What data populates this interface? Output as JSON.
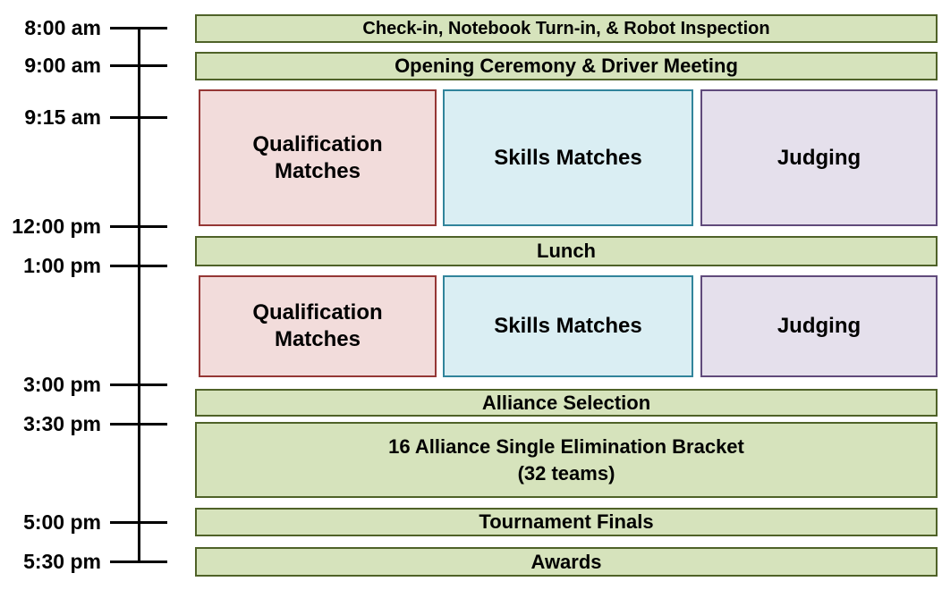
{
  "colors": {
    "timeline": "#000000",
    "green-fill": "#d6e3bc",
    "green-border": "#4f6228",
    "pink-fill": "#f2dcdb",
    "pink-border": "#953735",
    "blue-fill": "#daeef3",
    "blue-border": "#31849b",
    "purple-fill": "#e5e0ec",
    "purple-border": "#604a7b"
  },
  "timeline": {
    "times": [
      "8:00 am",
      "9:00 am",
      "9:15 am",
      "12:00 pm",
      "1:00 pm",
      "3:00 pm",
      "3:30 pm",
      "5:00 pm",
      "5:30 pm"
    ]
  },
  "schedule": {
    "checkin": "Check-in, Notebook Turn-in, & Robot Inspection",
    "opening": "Opening Ceremony & Driver Meeting",
    "morning": {
      "qualification": "Qualification Matches",
      "skills": "Skills Matches",
      "judging": "Judging"
    },
    "lunch": "Lunch",
    "afternoon": {
      "qualification": "Qualification Matches",
      "skills": "Skills Matches",
      "judging": "Judging"
    },
    "alliance_selection": "Alliance Selection",
    "bracket": {
      "line1": "16 Alliance Single Elimination Bracket",
      "line2": "(32 teams)"
    },
    "finals": "Tournament Finals",
    "awards": "Awards"
  }
}
